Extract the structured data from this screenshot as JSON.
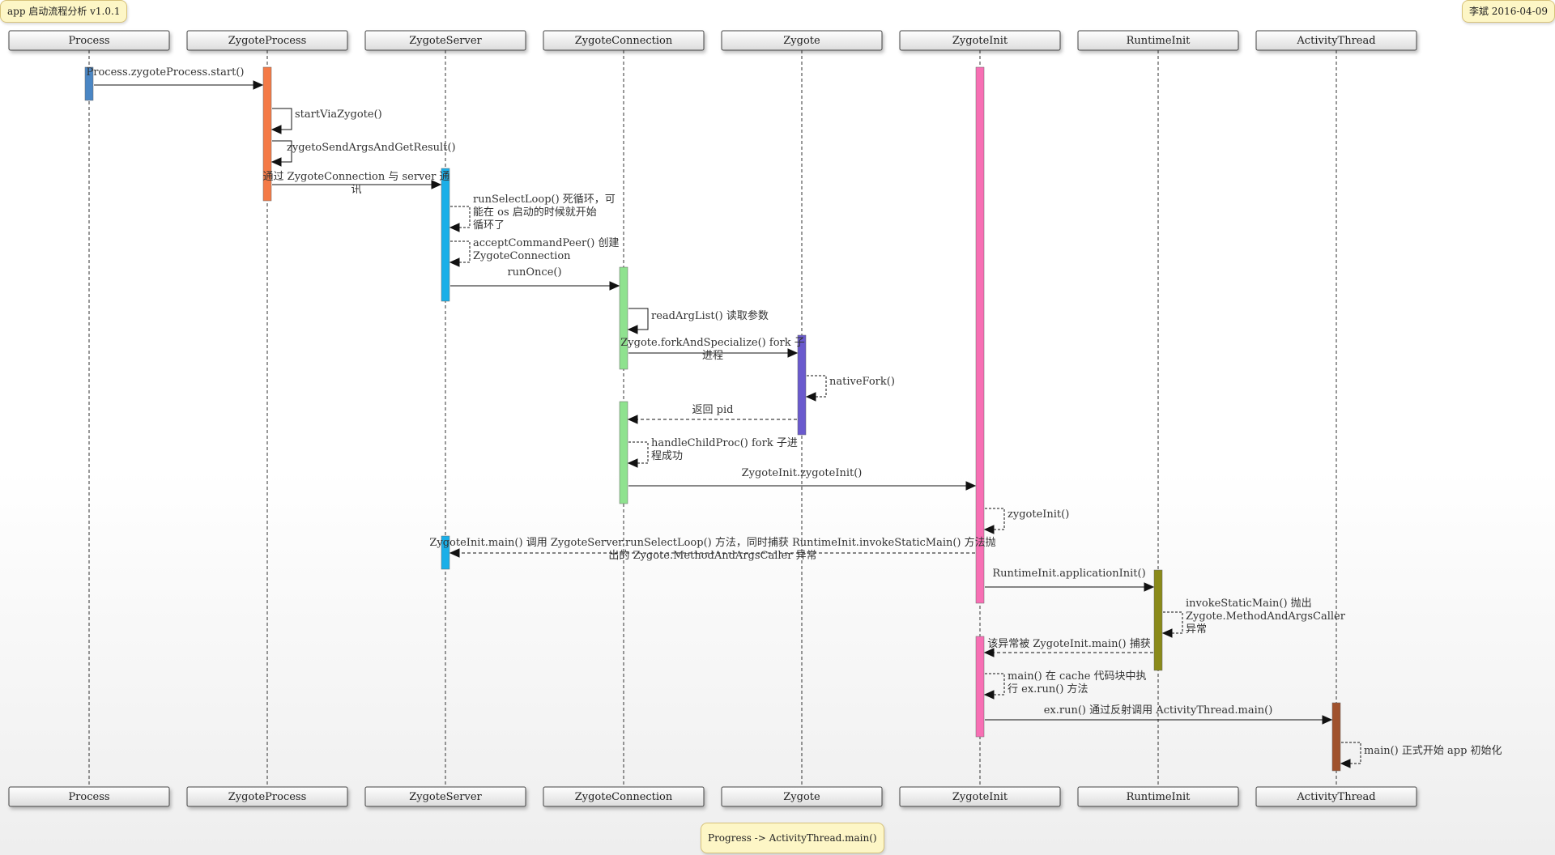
{
  "header": {
    "title": "app 启动流程分析 v1.0.1",
    "author_date": "李斌 2016-04-09"
  },
  "footer": {
    "caption": "Progress -> ActivityThread.main()"
  },
  "participants": [
    {
      "id": "process",
      "name": "Process",
      "color": "#4a86c4"
    },
    {
      "id": "zygoteProcess",
      "name": "ZygoteProcess",
      "color": "#f47a47"
    },
    {
      "id": "zygoteServer",
      "name": "ZygoteServer",
      "color": "#1aafe8"
    },
    {
      "id": "zygoteConnection",
      "name": "ZygoteConnection",
      "color": "#8fe28f"
    },
    {
      "id": "zygote",
      "name": "Zygote",
      "color": "#6a5acd"
    },
    {
      "id": "zygoteInit",
      "name": "ZygoteInit",
      "color": "#f76fb4"
    },
    {
      "id": "runtimeInit",
      "name": "RuntimeInit",
      "color": "#8a8a1a"
    },
    {
      "id": "activityThread",
      "name": "ActivityThread",
      "color": "#a0522d"
    }
  ],
  "messages": [
    {
      "from": "process",
      "to": "zygoteProcess",
      "type": "sync",
      "label": [
        "Process.zygoteProcess.start()"
      ]
    },
    {
      "from": "zygoteProcess",
      "to": "zygoteProcess",
      "type": "self",
      "label": [
        "startViaZygote()"
      ]
    },
    {
      "from": "zygoteProcess",
      "to": "zygoteProcess",
      "type": "self",
      "label": [
        "zygetoSendArgsAndGetResult()"
      ]
    },
    {
      "from": "zygoteProcess",
      "to": "zygoteServer",
      "type": "sync",
      "label": [
        "通过 ZygoteConnection 与 server 通",
        "讯"
      ]
    },
    {
      "from": "zygoteServer",
      "to": "zygoteServer",
      "type": "self-dashed",
      "label": [
        "runSelectLoop() 死循环，可",
        "能在 os 启动的时候就开始",
        "循环了"
      ]
    },
    {
      "from": "zygoteServer",
      "to": "zygoteServer",
      "type": "self-dashed",
      "label": [
        "acceptCommandPeer() 创建",
        "ZygoteConnection"
      ]
    },
    {
      "from": "zygoteServer",
      "to": "zygoteConnection",
      "type": "sync",
      "label": [
        "runOnce()"
      ]
    },
    {
      "from": "zygoteConnection",
      "to": "zygoteConnection",
      "type": "self",
      "label": [
        "readArgList() 读取参数"
      ]
    },
    {
      "from": "zygoteConnection",
      "to": "zygote",
      "type": "sync",
      "label": [
        "Zygote.forkAndSpecialize() fork 子",
        "进程"
      ]
    },
    {
      "from": "zygote",
      "to": "zygote",
      "type": "self-dashed",
      "label": [
        "nativeFork()"
      ]
    },
    {
      "from": "zygote",
      "to": "zygoteConnection",
      "type": "return",
      "label": [
        "返回 pid"
      ]
    },
    {
      "from": "zygoteConnection",
      "to": "zygoteConnection",
      "type": "self-dashed",
      "label": [
        "handleChildProc() fork 子进",
        "程成功"
      ]
    },
    {
      "from": "zygoteConnection",
      "to": "zygoteInit",
      "type": "sync",
      "label": [
        "ZygoteInit.zygoteInit()"
      ]
    },
    {
      "from": "zygoteInit",
      "to": "zygoteInit",
      "type": "self-dashed",
      "label": [
        "zygoteInit()"
      ]
    },
    {
      "from": "zygoteInit",
      "to": "zygoteServer",
      "type": "return",
      "label": [
        "ZygoteInit.main() 调用 ZygoteServer.runSelectLoop() 方法，同时捕获 RuntimeInit.invokeStaticMain() 方法抛",
        "出的 Zygote.MethodAndArgsCaller 异常"
      ]
    },
    {
      "from": "zygoteInit",
      "to": "runtimeInit",
      "type": "sync",
      "label": [
        "RuntimeInit.applicationInit()"
      ]
    },
    {
      "from": "runtimeInit",
      "to": "runtimeInit",
      "type": "self-dashed",
      "label": [
        "invokeStaticMain() 抛出",
        "Zygote.MethodAndArgsCaller",
        "异常"
      ]
    },
    {
      "from": "runtimeInit",
      "to": "zygoteInit",
      "type": "return",
      "label": [
        "该异常被 ZygoteInit.main() 捕获"
      ]
    },
    {
      "from": "zygoteInit",
      "to": "zygoteInit",
      "type": "self-dashed",
      "label": [
        "main() 在 cache 代码块中执",
        "行 ex.run() 方法"
      ]
    },
    {
      "from": "zygoteInit",
      "to": "activityThread",
      "type": "sync",
      "label": [
        "ex.run() 通过反射调用 ActivityThread.main()"
      ]
    },
    {
      "from": "activityThread",
      "to": "activityThread",
      "type": "self-dashed",
      "label": [
        "main() 正式开始 app 初始化"
      ]
    }
  ]
}
